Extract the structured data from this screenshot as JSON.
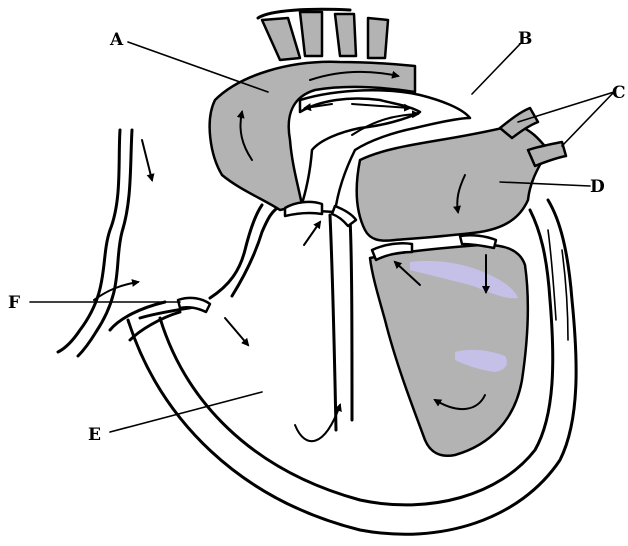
{
  "labels": {
    "a": "A",
    "b": "B",
    "c": "C",
    "d": "D",
    "e": "E",
    "f": "F"
  },
  "colors": {
    "oxygenated_shade": "#b3b3b3",
    "highlight": "#c4c0e8",
    "outline": "#000000"
  }
}
